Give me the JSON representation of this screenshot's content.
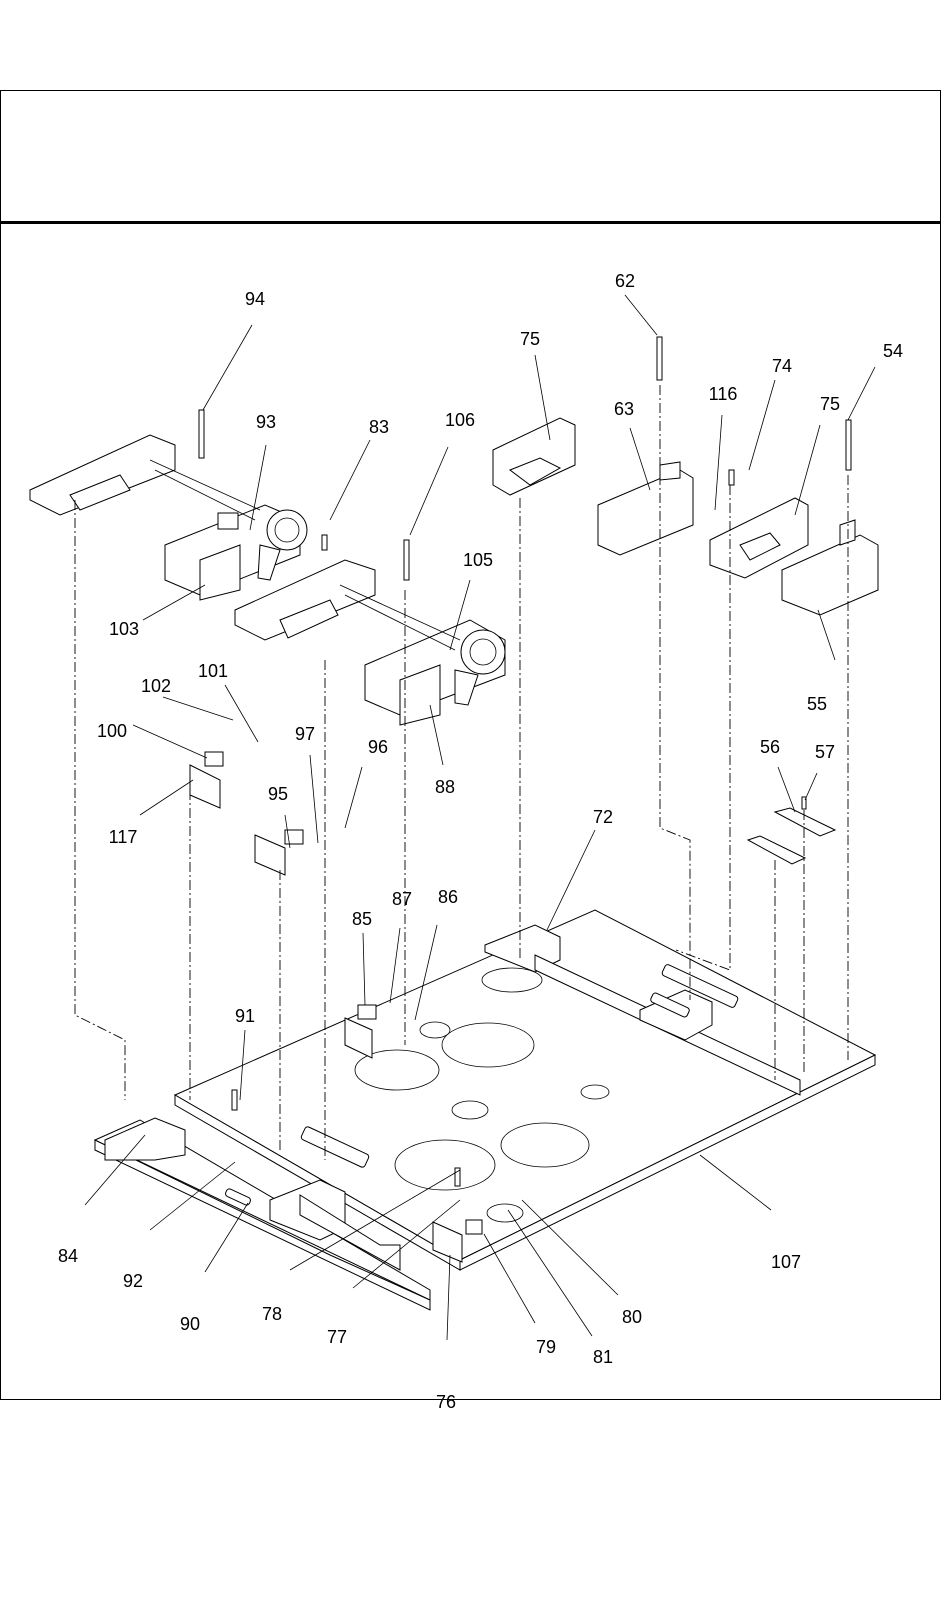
{
  "page": {
    "header_title": "",
    "figure_number": ""
  },
  "callouts": [
    {
      "id": "94",
      "label": "94"
    },
    {
      "id": "93",
      "label": "93"
    },
    {
      "id": "83",
      "label": "83"
    },
    {
      "id": "106",
      "label": "106"
    },
    {
      "id": "103",
      "label": "103"
    },
    {
      "id": "105",
      "label": "105"
    },
    {
      "id": "88",
      "label": "88"
    },
    {
      "id": "75a",
      "label": "75"
    },
    {
      "id": "62",
      "label": "62"
    },
    {
      "id": "63",
      "label": "63"
    },
    {
      "id": "116",
      "label": "116"
    },
    {
      "id": "74",
      "label": "74"
    },
    {
      "id": "75b",
      "label": "75"
    },
    {
      "id": "54",
      "label": "54"
    },
    {
      "id": "55",
      "label": "55"
    },
    {
      "id": "102",
      "label": "102"
    },
    {
      "id": "101",
      "label": "101"
    },
    {
      "id": "100",
      "label": "100"
    },
    {
      "id": "117",
      "label": "117"
    },
    {
      "id": "97",
      "label": "97"
    },
    {
      "id": "96",
      "label": "96"
    },
    {
      "id": "95",
      "label": "95"
    },
    {
      "id": "56",
      "label": "56"
    },
    {
      "id": "57",
      "label": "57"
    },
    {
      "id": "72",
      "label": "72"
    },
    {
      "id": "85",
      "label": "85"
    },
    {
      "id": "87",
      "label": "87"
    },
    {
      "id": "86",
      "label": "86"
    },
    {
      "id": "91",
      "label": "91"
    },
    {
      "id": "84",
      "label": "84"
    },
    {
      "id": "92",
      "label": "92"
    },
    {
      "id": "90",
      "label": "90"
    },
    {
      "id": "78",
      "label": "78"
    },
    {
      "id": "77",
      "label": "77"
    },
    {
      "id": "76",
      "label": "76"
    },
    {
      "id": "79",
      "label": "79"
    },
    {
      "id": "81",
      "label": "81"
    },
    {
      "id": "80",
      "label": "80"
    },
    {
      "id": "107",
      "label": "107"
    }
  ]
}
